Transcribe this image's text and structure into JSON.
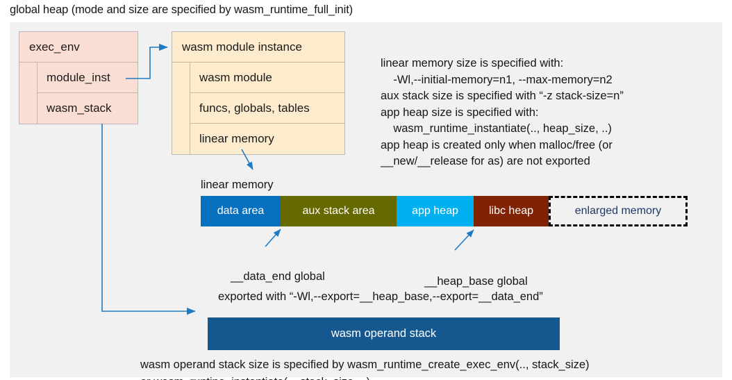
{
  "title": "global heap (mode and size are specified by wasm_runtime_full_init)",
  "exec_env": {
    "header": "exec_env",
    "rows": [
      "module_inst",
      "wasm_stack"
    ]
  },
  "module_instance": {
    "header": "wasm module instance",
    "rows": [
      "wasm module",
      "funcs, globals, tables",
      "linear memory"
    ]
  },
  "right_note": "linear memory size is specified with:\n    -Wl,--initial-memory=n1, --max-memory=n2\naux stack size is specified with “-z stack-size=n”\napp heap size is specified with:\n    wasm_runtime_instantiate(.., heap_size, ..)\napp heap is created only when malloc/free (or\n__new/__release for as) are not exported",
  "linear_memory": {
    "label": "linear memory",
    "segments": [
      {
        "name": "data area",
        "color": "#0670c0"
      },
      {
        "name": "aux stack area",
        "color": "#666800"
      },
      {
        "name": "app heap",
        "color": "#00b0f0"
      },
      {
        "name": "libc heap",
        "color": "#7f2304"
      },
      {
        "name": "enlarged memory",
        "color": "#f1f1f1"
      }
    ]
  },
  "annotations": {
    "data_end": "__data_end global",
    "heap_base": "__heap_base global",
    "exported": "exported with “-Wl,--export=__heap_base,--export=__data_end”"
  },
  "operand_stack": {
    "label": "wasm operand stack",
    "color": "#15578f"
  },
  "bottom_note": "wasm operand stack size is specified by wasm_runtime_create_exec_env(.., stack_size)\nor wasm_runtine_instantiate(.., stack_size, ..)",
  "colors": {
    "panel_background": "#f1f1f1",
    "exec_env_fill": "#fbded3",
    "module_instance_fill": "#fdebcd",
    "connector": "#1f7ac4"
  }
}
